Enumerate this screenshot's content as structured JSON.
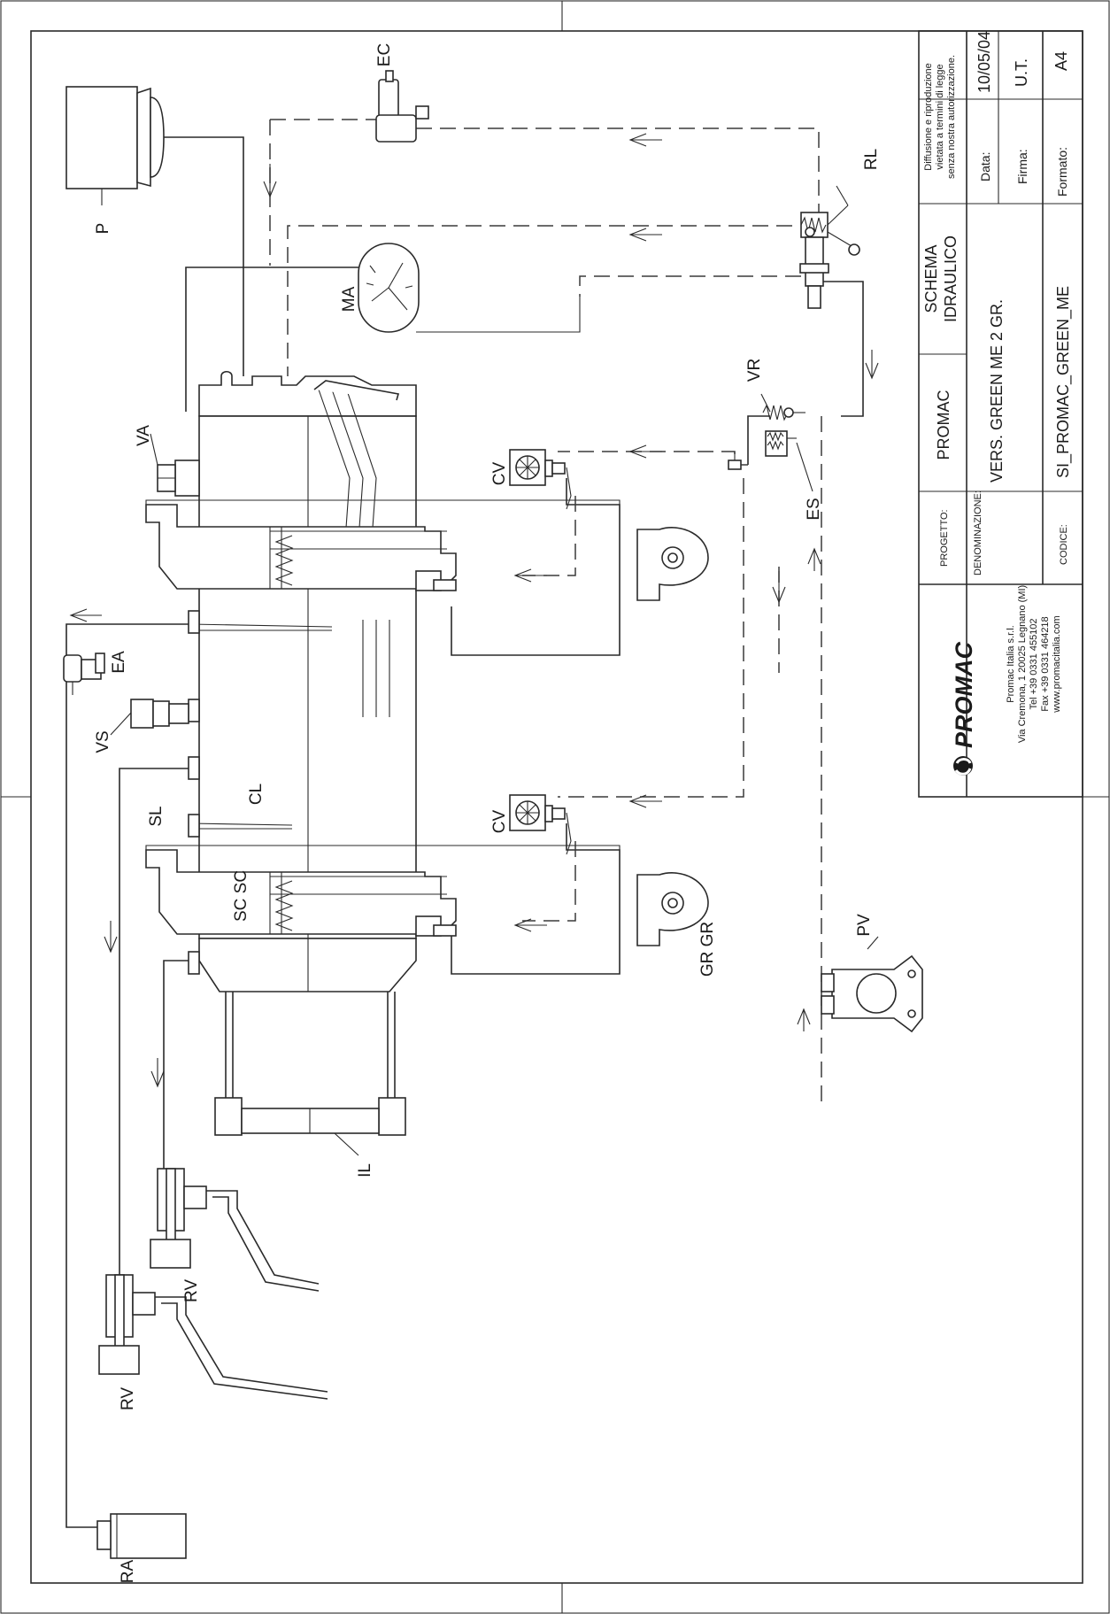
{
  "labels": {
    "ec": "EC",
    "p": "P",
    "rl": "RL",
    "ma": "MA",
    "va": "VA",
    "vr": "VR",
    "cv1": "CV",
    "cv2": "CV",
    "es": "ES",
    "ea": "EA",
    "vs": "VS",
    "sl": "SL",
    "cl": "CL",
    "sc": "SC SC",
    "gr": "GR GR",
    "pv": "PV",
    "il": "IL",
    "rv1": "RV",
    "rv2": "RV",
    "ra": "RA"
  },
  "title_block": {
    "company_name": "PROMAC",
    "company_info": [
      "Promac Italia s.r.l.",
      "Via Cremona, 1 20025 Legnano (MI)",
      "Tel +39 0331 455102",
      "Fax +39 0331 464218",
      "www.promacitalia.com"
    ],
    "progetto_label": "PROGETTO:",
    "progetto_value": "PROMAC",
    "schema_title": [
      "SCHEMA",
      "IDRAULICO"
    ],
    "denominazione_label": "DENOMINAZIONE:",
    "denominazione_value": "VERS. GREEN ME 2 GR.",
    "codice_label": "CODICE:",
    "codice_value": "SI_PROMAC_GREEN_ME",
    "notice": [
      "Diffusione e riproduzione",
      "vietata a termini di legge",
      "senza nostra autorizzazione."
    ],
    "data_label": "Data:",
    "data_value": "10/05/04",
    "firma_label": "Firma:",
    "firma_value": "U.T.",
    "formato_label": "Formato:",
    "formato_value": "A4"
  }
}
